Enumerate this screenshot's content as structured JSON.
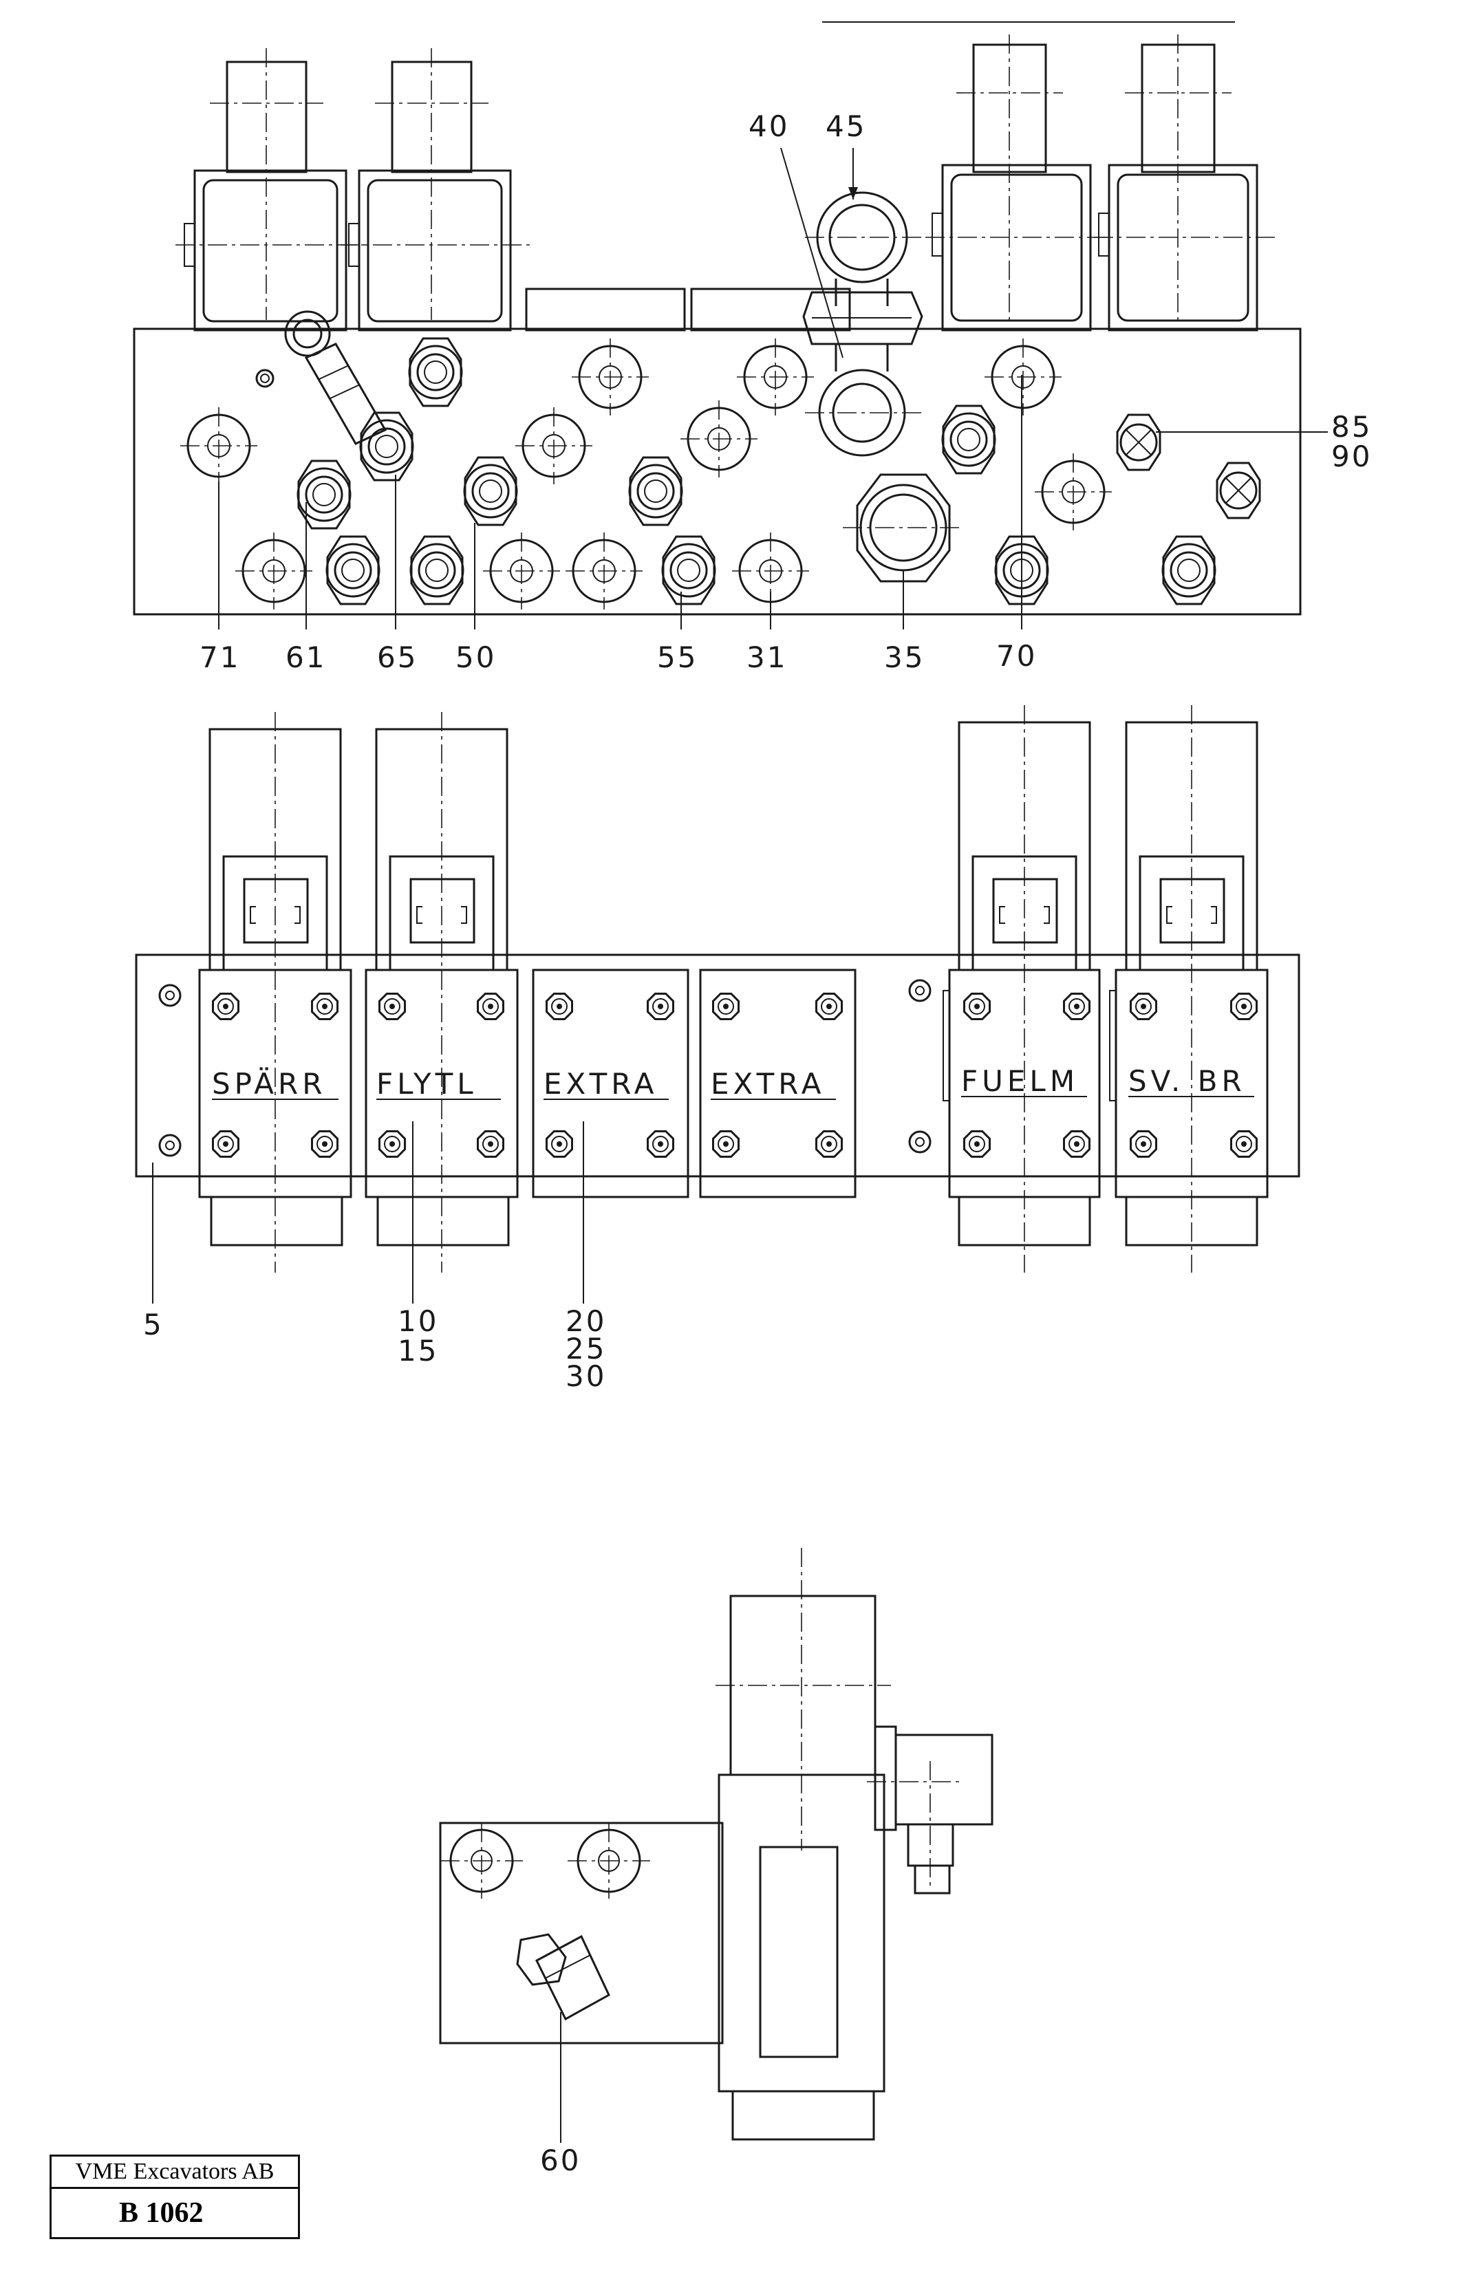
{
  "top_view": {
    "part_numbers": [
      "71",
      "61",
      "65",
      "50",
      "55",
      "31",
      "35",
      "70",
      "40",
      "45",
      "85",
      "90"
    ]
  },
  "front_view": {
    "valve_labels": [
      "SPÄRR",
      "FLYTL",
      "EXTRA",
      "EXTRA",
      "FUELM",
      "SV. BR"
    ],
    "part_numbers": [
      "5",
      "10",
      "15",
      "20",
      "25",
      "30"
    ]
  },
  "side_view": {
    "part_numbers": [
      "60"
    ]
  },
  "title_block": {
    "company": "VME Excavators AB",
    "drawing_code": "B 1062"
  }
}
